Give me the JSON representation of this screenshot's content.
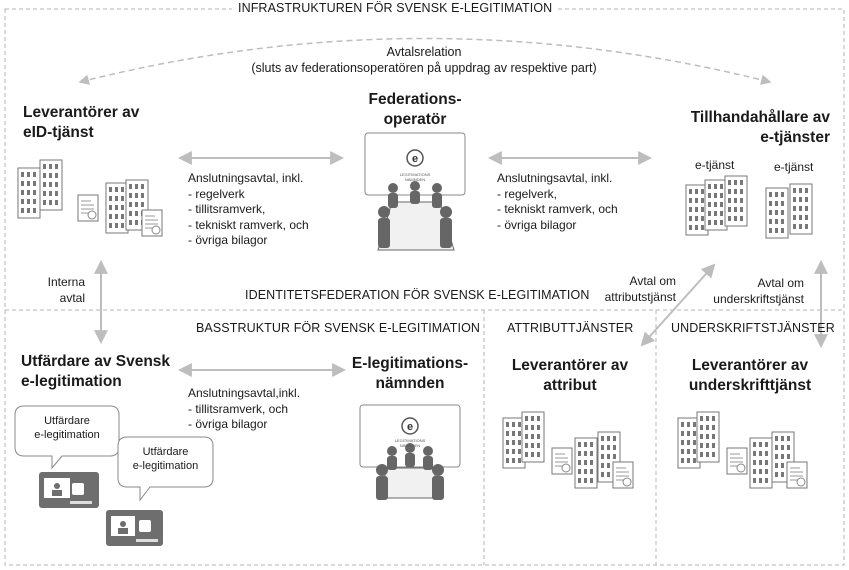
{
  "sections": {
    "infrastructure": "INFRASTRUKTUREN FÖR SVENSK E-LEGITIMATION",
    "federation": "IDENTITETSFEDERATION FÖR SVENSK E-LEGITIMATION",
    "basstruktur": "BASSTRUKTUR FÖR SVENSK E-LEGITIMATION",
    "attribut": "ATTRIBUTTJÄNSTER",
    "underskrift": "UNDERSKRIFTSTJÄNSTER"
  },
  "agreement_relation": {
    "title": "Avtalsrelation",
    "subtitle": "(sluts av federationsoperatören på uppdrag av respektive part)"
  },
  "actors": {
    "eid_suppliers": [
      "Leverantörer av",
      "eID-tjänst"
    ],
    "federation_operator": [
      "Federations-",
      "operatör"
    ],
    "service_providers": [
      "Tillhandahållare av",
      "e-tjänster"
    ],
    "issuers": [
      "Utfärdare av Svensk",
      "e-legitimation"
    ],
    "board": [
      "E-legitimations-",
      "nämnden"
    ],
    "attribute_suppliers": [
      "Leverantörer av",
      "attribut"
    ],
    "signature_suppliers": [
      "Leverantörer av",
      "underskrifttjänst"
    ]
  },
  "connection_left": {
    "title": "Anslutningsavtal, inkl.",
    "items": [
      "- regelverk",
      "- tillitsramverk,",
      "- tekniskt ramverk, och",
      "- övriga bilagor"
    ]
  },
  "connection_right": {
    "title": "Anslutningsavtal, inkl.",
    "items": [
      "- regelverk,",
      "- tekniskt ramverk, och",
      "- övriga bilagor"
    ]
  },
  "connection_bottom": {
    "title": "Anslutningsavtal,inkl.",
    "items": [
      "- tillitsramverk, och",
      "- övriga bilagor"
    ]
  },
  "internal_agreement": [
    "Interna",
    "avtal"
  ],
  "attribute_agreement": [
    "Avtal om",
    "attributstjänst"
  ],
  "signature_agreement": [
    "Avtal om",
    "underskriftstjänst"
  ],
  "etjanst_labels": [
    "e-tjänst",
    "e-tjänst"
  ],
  "bubbles": [
    [
      "Utfärdare",
      "e-legitimation"
    ],
    [
      "Utfärdare",
      "e-legitimation"
    ]
  ],
  "logo_text": [
    "LEGITIMATIONS",
    "NÄMNDEN"
  ],
  "logo_glyph": "e",
  "colors": {
    "line": "#b4b4b4",
    "building": "#9a9a9a",
    "text": "#1a1a1a"
  }
}
